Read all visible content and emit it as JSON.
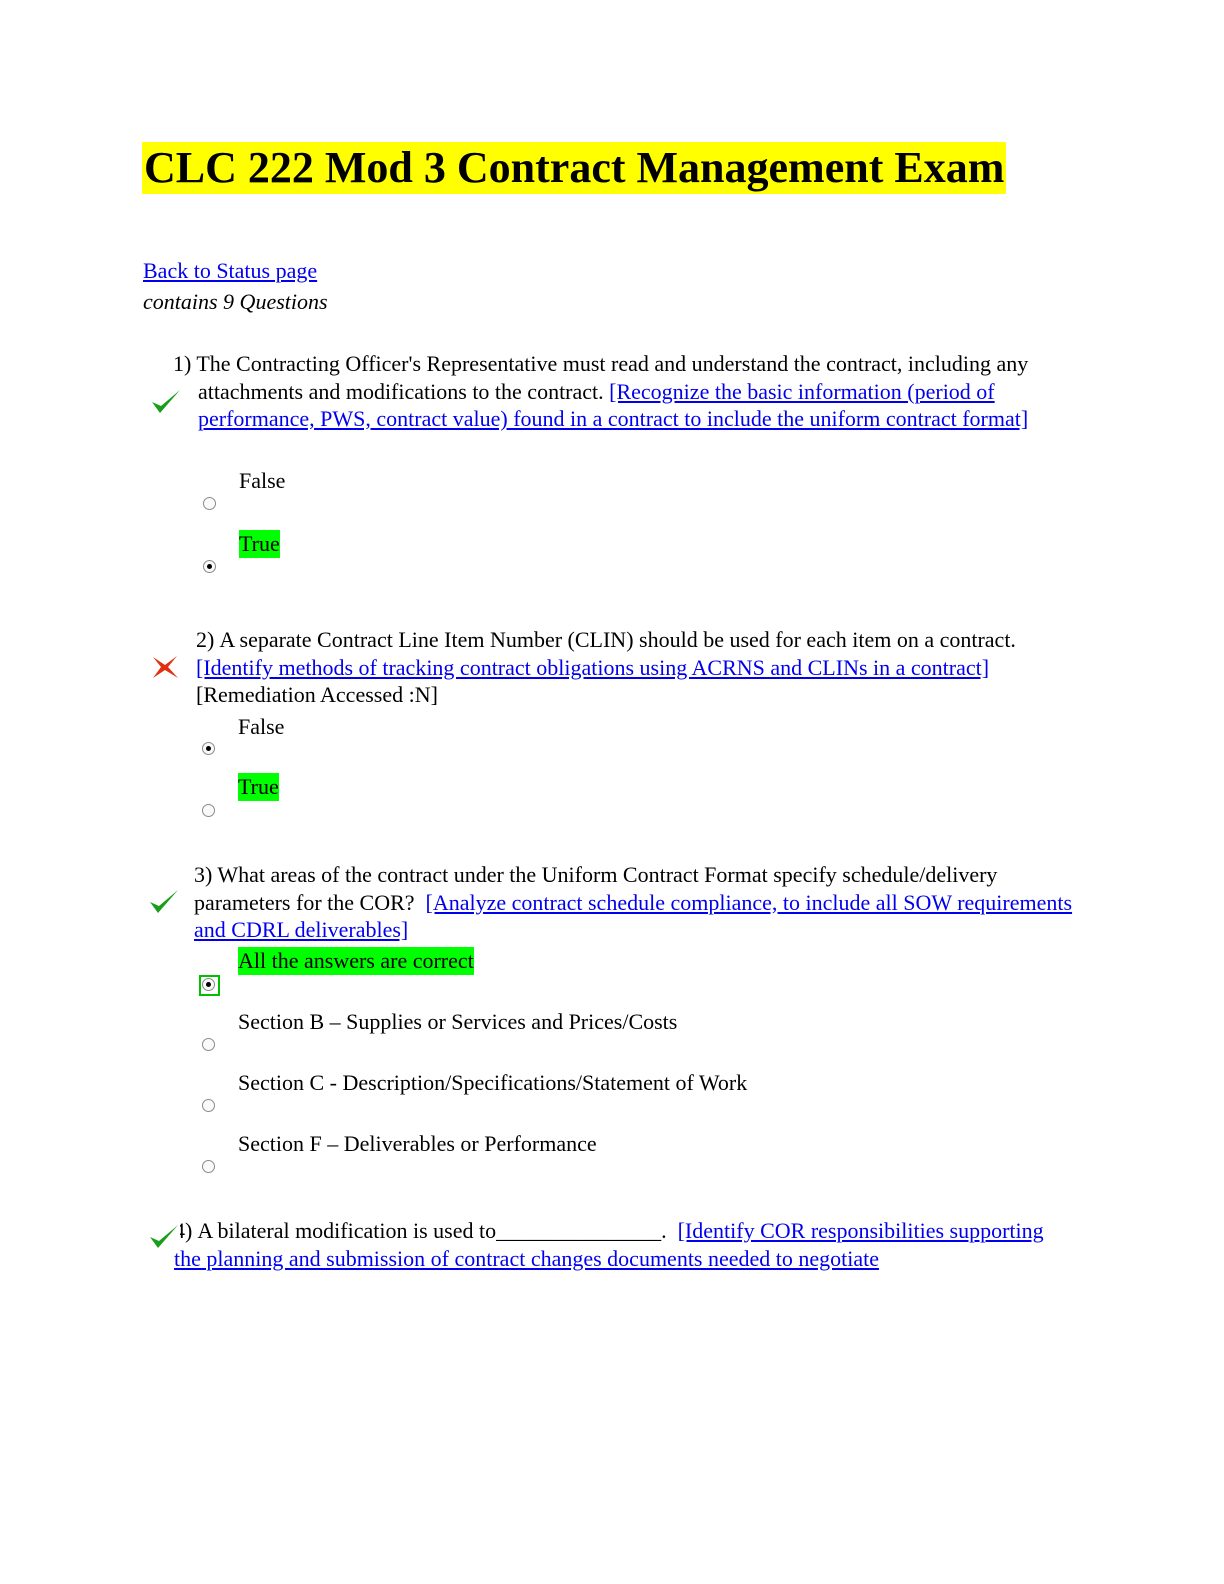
{
  "title": "CLC 222 Mod 3 Contract Management Exam",
  "back_link": "Back to Status page",
  "question_count": "contains 9 Questions",
  "questions": [
    {
      "number": "1)",
      "status": "correct",
      "text": "The Contracting Officer's Representative must read and understand the contract, including any attachments and modifications to the contract.",
      "link": "[Recognize the basic information (period of performance, PWS, contract value) found in a contract to include the uniform contract format]",
      "extra": "",
      "options": [
        {
          "label": "False",
          "selected": false,
          "highlight": false
        },
        {
          "label": "True",
          "selected": true,
          "highlight": true
        }
      ]
    },
    {
      "number": "2)",
      "status": "incorrect",
      "text": "A separate Contract Line Item Number (CLIN) should be used for each item on a contract.",
      "link": "[Identify methods of tracking contract obligations using ACRNS and CLINs in a contract]",
      "extra": "[Remediation Accessed :N]",
      "options": [
        {
          "label": "False",
          "selected": true,
          "highlight": false
        },
        {
          "label": "True",
          "selected": false,
          "highlight": true
        }
      ]
    },
    {
      "number": "3)",
      "status": "correct",
      "text": "What areas of the contract under the Uniform Contract Format specify schedule/delivery parameters for the COR?",
      "link": "[Analyze contract schedule compliance, to include all SOW requirements and CDRL deliverables]",
      "extra": "",
      "options": [
        {
          "label": "All the answers are correct",
          "selected": true,
          "highlight": true
        },
        {
          "label": "Section B – Supplies or Services and Prices/Costs",
          "selected": false,
          "highlight": false
        },
        {
          "label": "Section C - Description/Specifications/Statement of Work",
          "selected": false,
          "highlight": false
        },
        {
          "label": "Section F – Deliverables or Performance",
          "selected": false,
          "highlight": false
        }
      ]
    },
    {
      "number": "4)",
      "status": "correct",
      "text": "A bilateral modification is used to_______________.",
      "link": "[Identify COR responsibilities supporting the planning and submission of contract changes documents needed to negotiate",
      "extra": "",
      "options": []
    }
  ],
  "colors": {
    "title_highlight": "#ffff00",
    "answer_highlight": "#00ff00",
    "link": "#0000ee",
    "check": "#1a9e1a",
    "cross": "#e03010"
  },
  "icons": {
    "correct": "check-icon",
    "incorrect": "cross-icon",
    "radio": "radio-button"
  }
}
